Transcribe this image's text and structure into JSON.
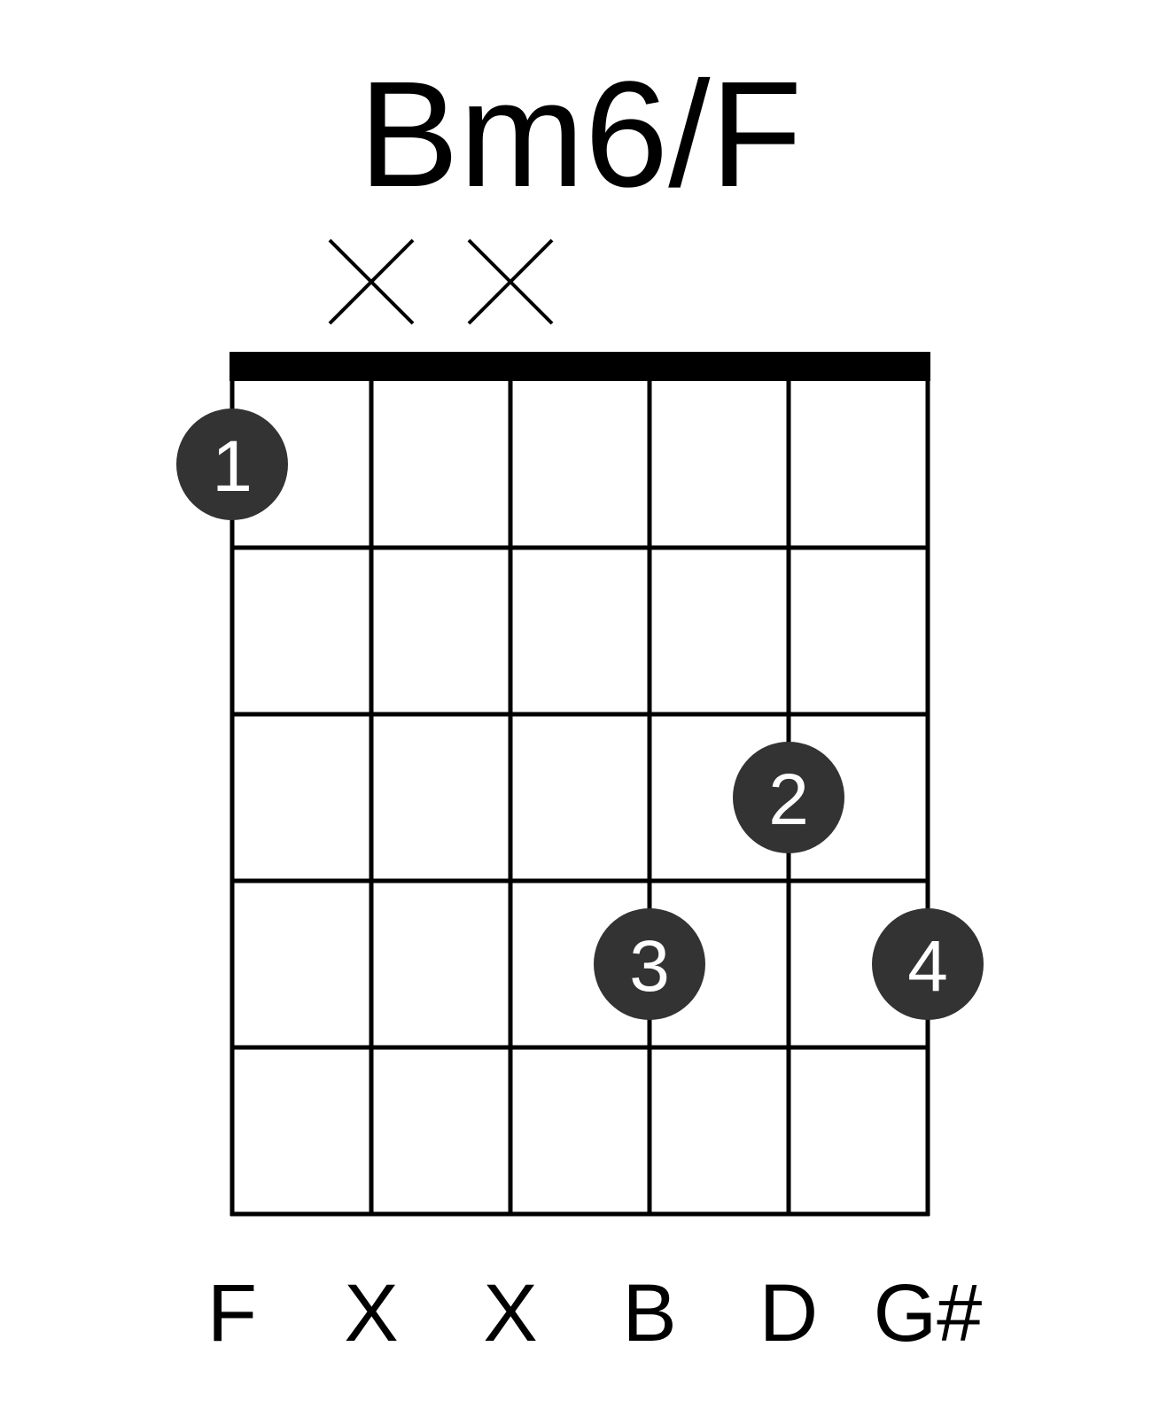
{
  "chord": {
    "name": "Bm6/F",
    "strings": 6,
    "frets_shown": 5,
    "muted_strings": [
      2,
      3
    ],
    "fingers": [
      {
        "finger": "1",
        "string": 1,
        "fret": 1
      },
      {
        "finger": "2",
        "string": 5,
        "fret": 3
      },
      {
        "finger": "3",
        "string": 4,
        "fret": 4
      },
      {
        "finger": "4",
        "string": 6,
        "fret": 4
      }
    ],
    "notes": [
      "F",
      "X",
      "X",
      "B",
      "D",
      "G#"
    ]
  },
  "colors": {
    "line": "#000000",
    "dot": "#333333",
    "dot_text": "#ffffff"
  }
}
